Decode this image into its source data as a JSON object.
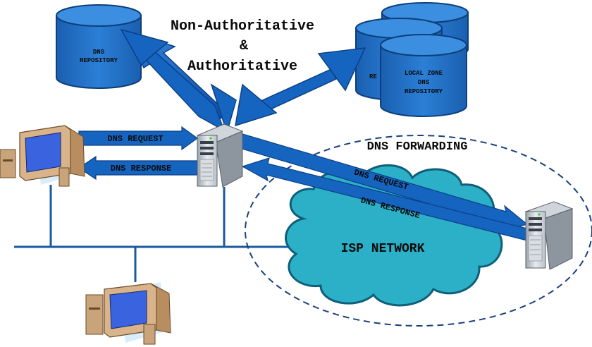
{
  "title": {
    "line1": "Non-Authoritative",
    "line2": "&",
    "line3": "Authoritative"
  },
  "repos": {
    "left": {
      "line1": "DNS",
      "line2": "REPOSITORY"
    },
    "back_partial": "RE",
    "local_zone": {
      "line1": "LOCAL ZONE",
      "line2": "DNS",
      "line3": "REPOSITORY"
    }
  },
  "arrows": {
    "request_left": "DNS REQUEST",
    "response_left": "DNS RESPONSE",
    "request_right": "DNS REQUEST",
    "response_right": "DNS RESPONSE"
  },
  "forwarding_label": "DNS FORWARDING",
  "isp_label": "ISP NETWORK",
  "colors": {
    "arrow_blue": "#1565c0",
    "cylinder_blue": "#1e6ec8",
    "cloud_teal": "#2bb0c8",
    "line_blue": "#1a5aa0",
    "monitor_beige": "#d9b48a",
    "screen_blue": "#3a63e0"
  },
  "icons": [
    "desktop-computer-icon",
    "server-tower-icon",
    "database-cylinder-icon",
    "cloud-icon"
  ]
}
